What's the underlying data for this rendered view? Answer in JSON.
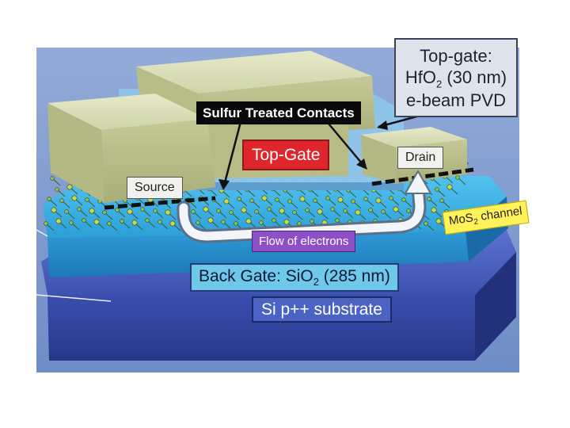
{
  "labels": {
    "top_gate_callout": {
      "line1": "Top-gate:",
      "line2_prefix": "HfO",
      "line2_sub": "2",
      "line2_suffix": " (30 nm)",
      "line3": "e-beam PVD"
    },
    "sulfur_contacts": "Sulfur Treated Contacts",
    "top_gate": "Top-Gate",
    "source": "Source",
    "drain": "Drain",
    "mos2_channel": {
      "prefix": "MoS",
      "sub": "2",
      "suffix": " channel"
    },
    "flow_of_electrons": "Flow of electrons",
    "back_gate": {
      "prefix": "Back Gate: SiO",
      "sub": "2",
      "suffix": " (285 nm)"
    },
    "si_substrate": "Si p++ substrate"
  },
  "colors": {
    "backdrop": "#7f9bd0",
    "substrate": "#3f55b6",
    "oxide": "#3fb2e6",
    "contact_metal": "#d8dbb4",
    "top_gate_metal": "#d4ddb4",
    "hfo2": "#8fc5ea",
    "mos2_atoms": "#8bc34a",
    "top_gate_label": "#e0262d",
    "channel_label": "#fff25a",
    "electron_flow_label": "#8e4fc7"
  }
}
